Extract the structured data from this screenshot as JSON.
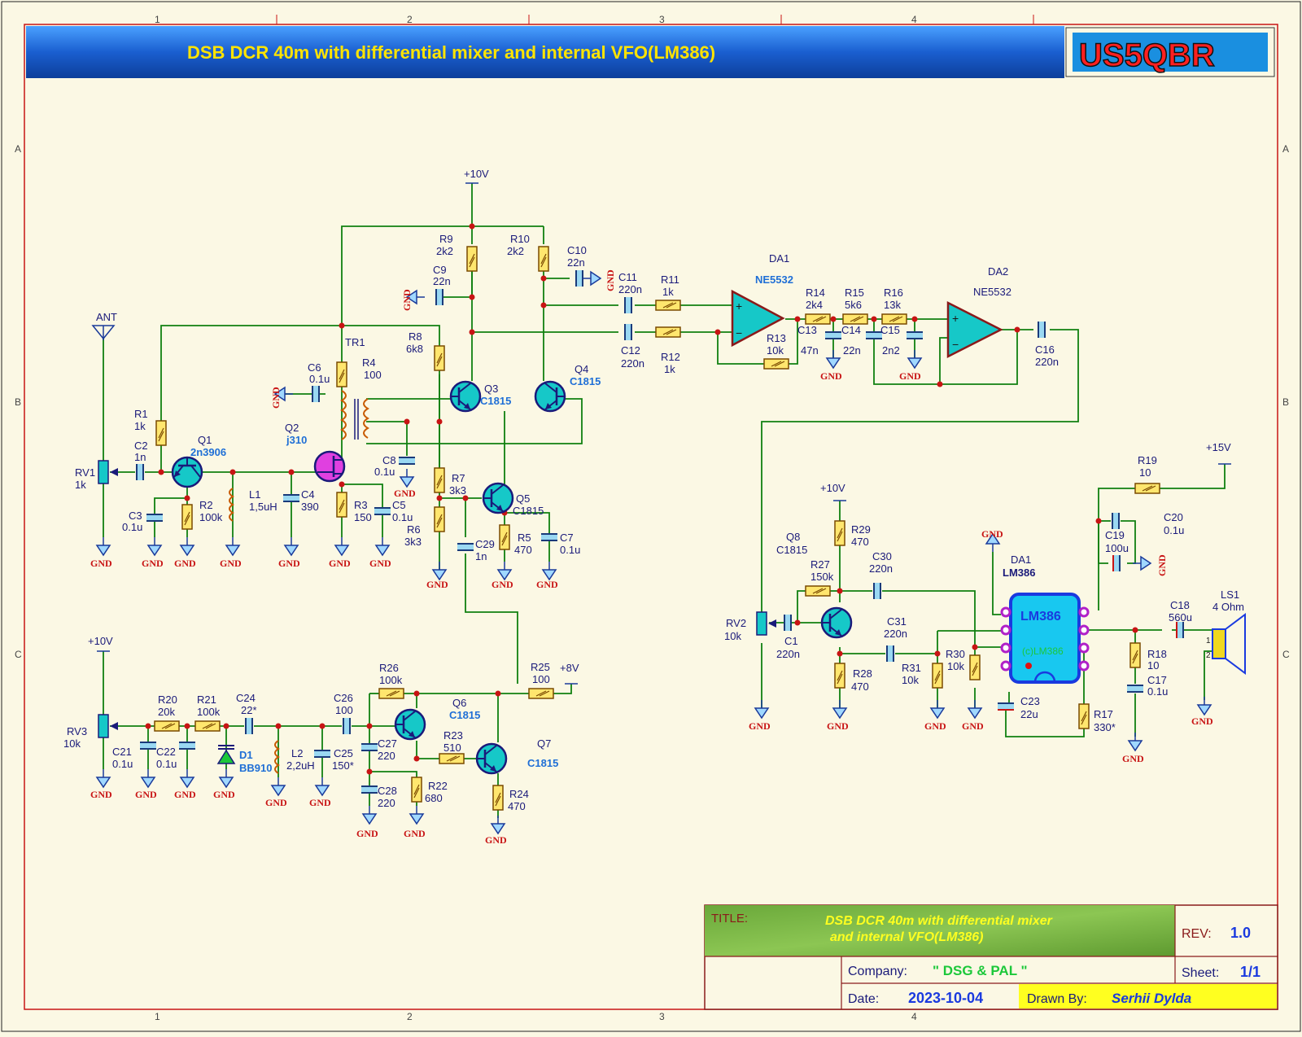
{
  "header": {
    "title": "DSB DCR 40m with differential mixer and internal VFO(LM386)",
    "logo": "US5QBR"
  },
  "border": {
    "cols": [
      "1",
      "2",
      "3",
      "4"
    ],
    "rows": [
      "A",
      "B",
      "C"
    ]
  },
  "ground_label": "GND",
  "power": {
    "v10_a": "+10V",
    "v10_b": "+10V",
    "v10_c": "+10V",
    "v8": "+8V",
    "v15": "+15V"
  },
  "components": {
    "ant": "ANT",
    "rv1": [
      "RV1",
      "1k"
    ],
    "r1": [
      "R1",
      "1k"
    ],
    "c2": [
      "C2",
      "1n"
    ],
    "q1": [
      "Q1",
      "2n3906"
    ],
    "r2": [
      "R2",
      "100k"
    ],
    "c3": [
      "C3",
      "0.1u"
    ],
    "l1": [
      "L1",
      "1,5uH"
    ],
    "c4": [
      "C4",
      "390"
    ],
    "q2": [
      "Q2",
      "j310"
    ],
    "r3": [
      "R3",
      "150"
    ],
    "c5": [
      "C5",
      "0.1u"
    ],
    "r4": [
      "R4",
      "100"
    ],
    "c6": [
      "C6",
      "0.1u"
    ],
    "tr1": "TR1",
    "c8": [
      "C8",
      "0.1u"
    ],
    "r8": [
      "R8",
      "6k8"
    ],
    "r9": [
      "R9",
      "2k2"
    ],
    "c9": [
      "C9",
      "22n"
    ],
    "r10": [
      "R10",
      "2k2"
    ],
    "c10": [
      "C10",
      "22n"
    ],
    "q3": [
      "Q3",
      "C1815"
    ],
    "q4": [
      "Q4",
      "C1815"
    ],
    "r7": [
      "R7",
      "3k3"
    ],
    "r6": [
      "R6",
      "3k3"
    ],
    "q5": [
      "Q5",
      "C1815"
    ],
    "r5": [
      "R5",
      "470"
    ],
    "c7": [
      "C7",
      "0.1u"
    ],
    "c29": [
      "C29",
      "1n"
    ],
    "c11": [
      "C11",
      "220n"
    ],
    "r11": [
      "R11",
      "1k"
    ],
    "c12": [
      "C12",
      "220n"
    ],
    "r12": [
      "R12",
      "1k"
    ],
    "da1": [
      "DA1",
      "NE5532"
    ],
    "r13": [
      "R13",
      "10k"
    ],
    "r14": [
      "R14",
      "2k4"
    ],
    "c13": [
      "C13",
      "47n"
    ],
    "r15": [
      "R15",
      "5k6"
    ],
    "c14": [
      "C14",
      "22n"
    ],
    "r16": [
      "R16",
      "13k"
    ],
    "c15": [
      "C15",
      "2n2"
    ],
    "da2": [
      "DA2",
      "NE5532"
    ],
    "c16": [
      "C16",
      "220n"
    ],
    "rv3": [
      "RV3",
      "10k"
    ],
    "r20": [
      "R20",
      "20k"
    ],
    "r21": [
      "R21",
      "100k"
    ],
    "c24": [
      "C24",
      "22*"
    ],
    "c21": [
      "C21",
      "0.1u"
    ],
    "c22": [
      "C22",
      "0.1u"
    ],
    "d1": [
      "D1",
      "BB910"
    ],
    "l2": [
      "L2",
      "2,2uH"
    ],
    "c25": [
      "C25",
      "150*"
    ],
    "c26": [
      "C26",
      "100"
    ],
    "r26": [
      "R26",
      "100k"
    ],
    "c27": [
      "C27",
      "220"
    ],
    "c28": [
      "C28",
      "220"
    ],
    "r22": [
      "R22",
      "680"
    ],
    "q6": [
      "Q6",
      "C1815"
    ],
    "r23": [
      "R23",
      "510"
    ],
    "q7": [
      "Q7",
      "C1815"
    ],
    "r24": [
      "R24",
      "470"
    ],
    "r25": [
      "R25",
      "100"
    ],
    "q8": [
      "Q8",
      "C1815"
    ],
    "r29": [
      "R29",
      "470"
    ],
    "r27": [
      "R27",
      "150k"
    ],
    "c30": [
      "C30",
      "220n"
    ],
    "rv2": [
      "RV2",
      "10k"
    ],
    "c1": [
      "C1",
      "220n"
    ],
    "r28": [
      "R28",
      "470"
    ],
    "c31": [
      "C31",
      "220n"
    ],
    "r31": [
      "R31",
      "10k"
    ],
    "r30": [
      "R30",
      "10k"
    ],
    "lm386_ref": [
      "DA1",
      "LM386"
    ],
    "lm386_body": "LM386",
    "lm386_mark": "(c)LM386",
    "c23": [
      "C23",
      "22u"
    ],
    "r17": [
      "R17",
      "330*"
    ],
    "r19": [
      "R19",
      "10"
    ],
    "c19": [
      "C19",
      "100u"
    ],
    "c20": [
      "C20",
      "0.1u"
    ],
    "c18": [
      "C18",
      "560u"
    ],
    "r18": [
      "R18",
      "10"
    ],
    "c17": [
      "C17",
      "0.1u"
    ],
    "ls1": [
      "LS1",
      "4 Ohm"
    ],
    "ls1_pins": [
      "1",
      "2"
    ]
  },
  "title_block": {
    "title_label": "TITLE:",
    "title_line1": "DSB DCR 40m with differential mixer",
    "title_line2": "and internal VFO(LM386)",
    "rev_label": "REV:",
    "rev_value": "1.0",
    "company_label": "Company:",
    "company_value": "\" DSG & PAL \"",
    "sheet_label": "Sheet:",
    "sheet_value": "1/1",
    "date_label": "Date:",
    "date_value": "2023-10-04",
    "drawn_label": "Drawn By:",
    "drawn_value": "Serhii Dylda"
  },
  "colors": {
    "background": "#fbf8e4",
    "wire": "#108010",
    "header_blue": "#1a5fd0",
    "header_text": "#ffe400",
    "label_blue": "#1f6fd6",
    "gnd_red": "#c81414",
    "transistor_fill": "#16c8c8",
    "jfet_fill": "#e040e0",
    "resistor_fill": "#ffe66e",
    "ic_fill": "#18c8f0"
  }
}
